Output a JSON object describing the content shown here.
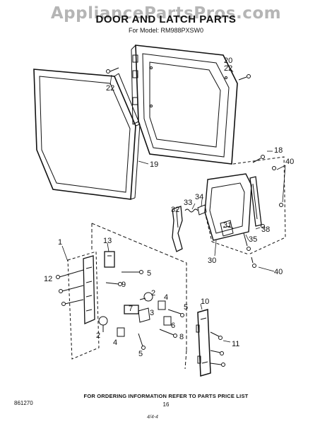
{
  "watermark": "AppliancePartsPros.com",
  "title": "DOOR AND LATCH PARTS",
  "model_line": "For Model: RM988PXSW0",
  "footer_note": "FOR ORDERING INFORMATION REFER TO PARTS PRICE LIST",
  "doc_number": "861270",
  "page_number": "16",
  "signature": "4/4-4",
  "callouts": {
    "c1": "1",
    "c2a": "2",
    "c2b": "2",
    "c3": "3",
    "c4a": "4",
    "c4b": "4",
    "c5a": "5",
    "c5b": "5",
    "c5c": "5",
    "c6": "6",
    "c7": "7",
    "c8": "8",
    "c9": "9",
    "c10": "10",
    "c11": "11",
    "c12": "12",
    "c13": "13",
    "c18": "18",
    "c19": "19",
    "c20": "20",
    "c22a": "22",
    "c22b": "22",
    "c30": "30",
    "c31": "31",
    "c32": "32",
    "c33": "33",
    "c34": "34",
    "c35": "35",
    "c38": "38",
    "c40a": "40",
    "c40b": "40"
  }
}
